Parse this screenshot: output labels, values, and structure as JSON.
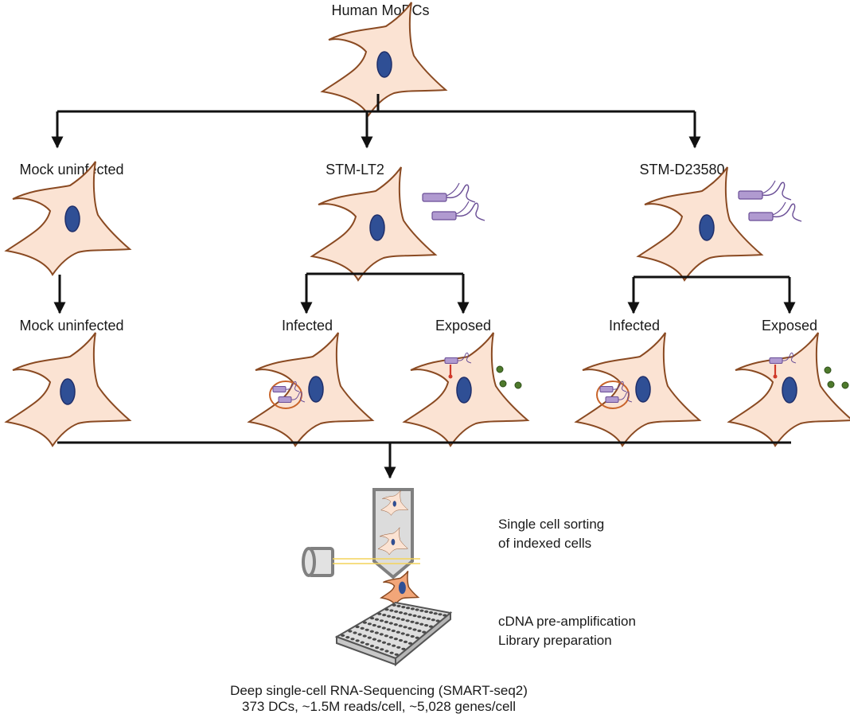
{
  "top": {
    "title": "Human MoDCs"
  },
  "conditions": {
    "mock": "Mock uninfected",
    "lt2": "STM-LT2",
    "d23580": "STM-D23580"
  },
  "subconditions": {
    "mock": "Mock uninfected",
    "lt2_infected": "Infected",
    "lt2_exposed": "Exposed",
    "d_infected": "Infected",
    "d_exposed": "Exposed"
  },
  "steps": {
    "sorting_line1": "Single cell sorting",
    "sorting_line2": "of indexed cells",
    "prep_line1": "cDNA pre-amplification",
    "prep_line2": "Library preparation"
  },
  "footer": {
    "line1": "Deep single-cell RNA-Sequencing (SMART-seq2)",
    "line2": "373 DCs, ~1.5M reads/cell, ~5,028 genes/cell"
  },
  "colors": {
    "cell_fill": "#fbe3d3",
    "cell_stroke": "#8a4a22",
    "nucleus_fill": "#2f4f95",
    "bacterium_fill": "#b09ad0",
    "bacterium_stroke": "#6a4e96",
    "vacuole_stroke": "#c8642a",
    "dot_fill": "#4e7a2c",
    "line": "#111111"
  }
}
